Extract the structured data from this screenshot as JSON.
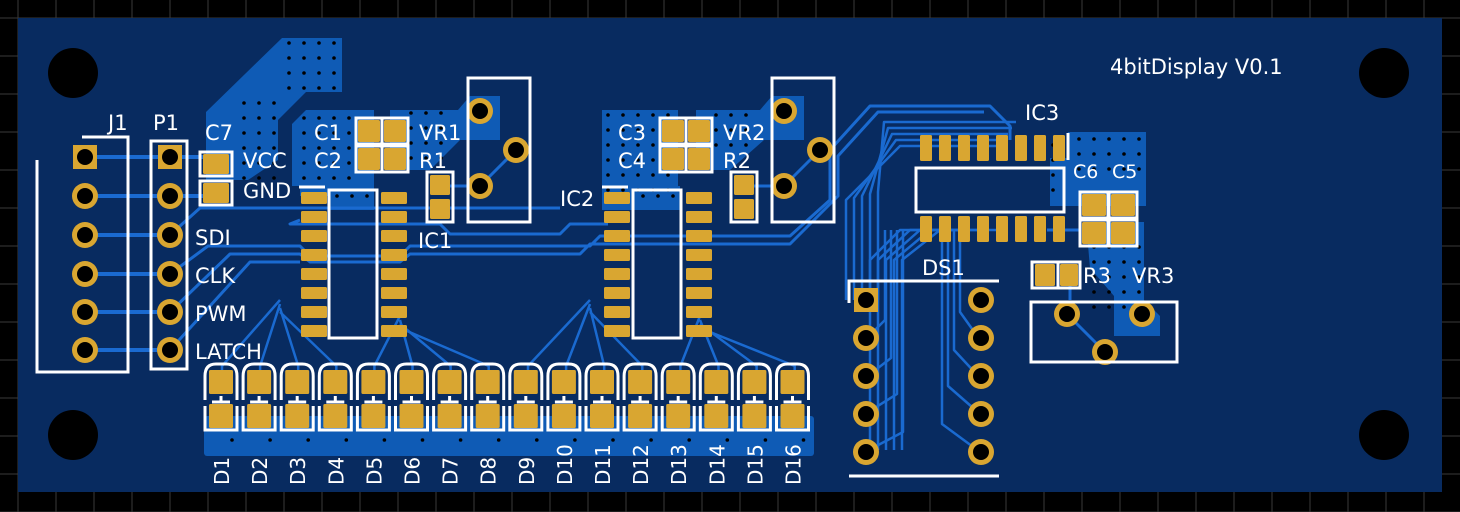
{
  "board": {
    "title": "4bitDisplay  V0.1",
    "colors": {
      "background": "#000000",
      "grid": "#3a3a3a",
      "board": "#082b60",
      "copper_pour": "#0f5bb5",
      "trace": "#1a6ad0",
      "pad": "#d9a631",
      "silkscreen": "#ffffff",
      "drill": "#000000"
    }
  },
  "connectors": {
    "j1": {
      "ref": "J1",
      "pins": 6
    },
    "p1": {
      "ref": "P1",
      "pins": 6
    }
  },
  "signals": [
    "VCC",
    "GND",
    "SDI",
    "CLK",
    "PWM",
    "LATCH"
  ],
  "components": {
    "capacitors": [
      "C1",
      "C2",
      "C3",
      "C4",
      "C5",
      "C6",
      "C7"
    ],
    "resistors": [
      "R1",
      "R2",
      "R3"
    ],
    "trimmers": [
      "VR1",
      "VR2",
      "VR3"
    ],
    "ics": [
      "IC1",
      "IC2",
      "IC3"
    ],
    "display": "DS1"
  },
  "labels": {
    "c7": "C7",
    "c1": "C1",
    "c2": "C2",
    "vr1": "VR1",
    "r1": "R1",
    "ic1": "IC1",
    "c3": "C3",
    "c4": "C4",
    "vr2": "VR2",
    "r2": "R2",
    "ic2": "IC2",
    "ic3": "IC3",
    "c6": "C6",
    "c5": "C5",
    "r3": "R3",
    "vr3": "VR3",
    "ds1": "DS1",
    "j1": "J1",
    "p1": "P1",
    "vcc": "VCC",
    "gnd": "GND",
    "sdi": "SDI",
    "clk": "CLK",
    "pwm": "PWM",
    "latch": "LATCH"
  },
  "leds": [
    "D1",
    "D2",
    "D3",
    "D4",
    "D5",
    "D6",
    "D7",
    "D8",
    "D9",
    "D10",
    "D11",
    "D12",
    "D13",
    "D14",
    "D15",
    "D16"
  ]
}
